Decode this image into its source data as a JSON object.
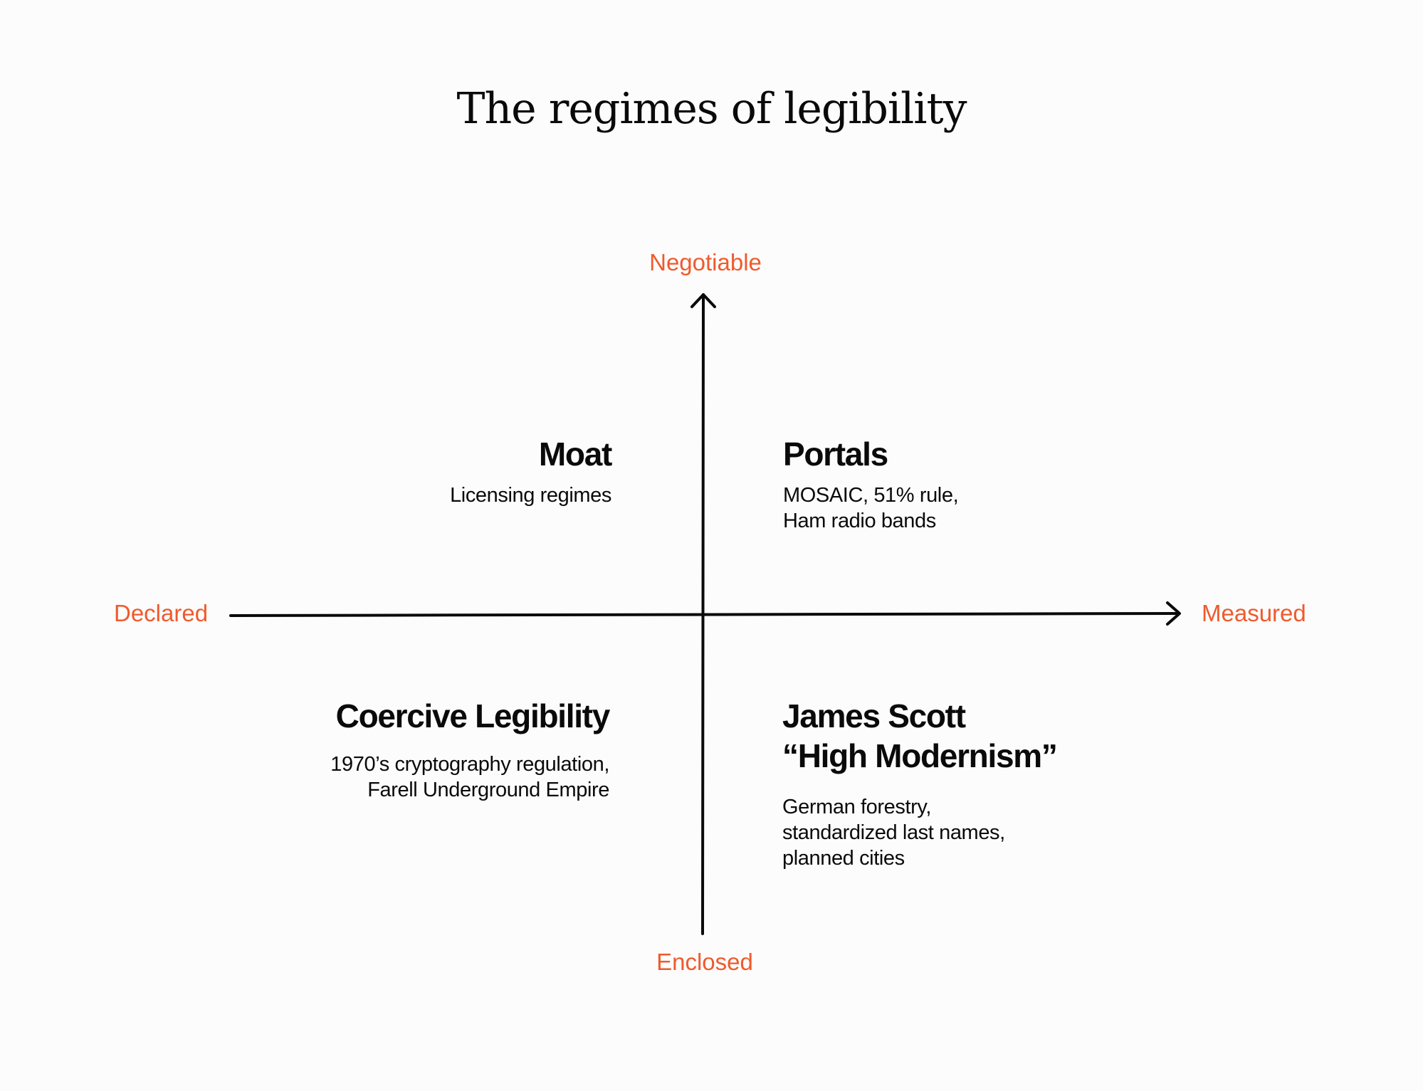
{
  "title": "The regimes of legibility",
  "axes": {
    "top": "Negotiable",
    "bottom": "Enclosed",
    "left": "Declared",
    "right": "Measured"
  },
  "quadrants": {
    "top_left": {
      "title": "Moat",
      "description": "Licensing regimes"
    },
    "top_right": {
      "title": "Portals",
      "description": "MOSAIC, 51% rule,\nHam radio bands"
    },
    "bottom_left": {
      "title": "Coercive Legibility",
      "description": "1970’s cryptography regulation,\nFarell Underground Empire"
    },
    "bottom_right": {
      "title": "James Scott\n“High Modernism”",
      "description": "German forestry,\nstandardized last names,\nplanned cities"
    }
  },
  "colors": {
    "accent": "#f05a2c",
    "ink": "#0a0a0a",
    "background": "#fcfcfc"
  }
}
